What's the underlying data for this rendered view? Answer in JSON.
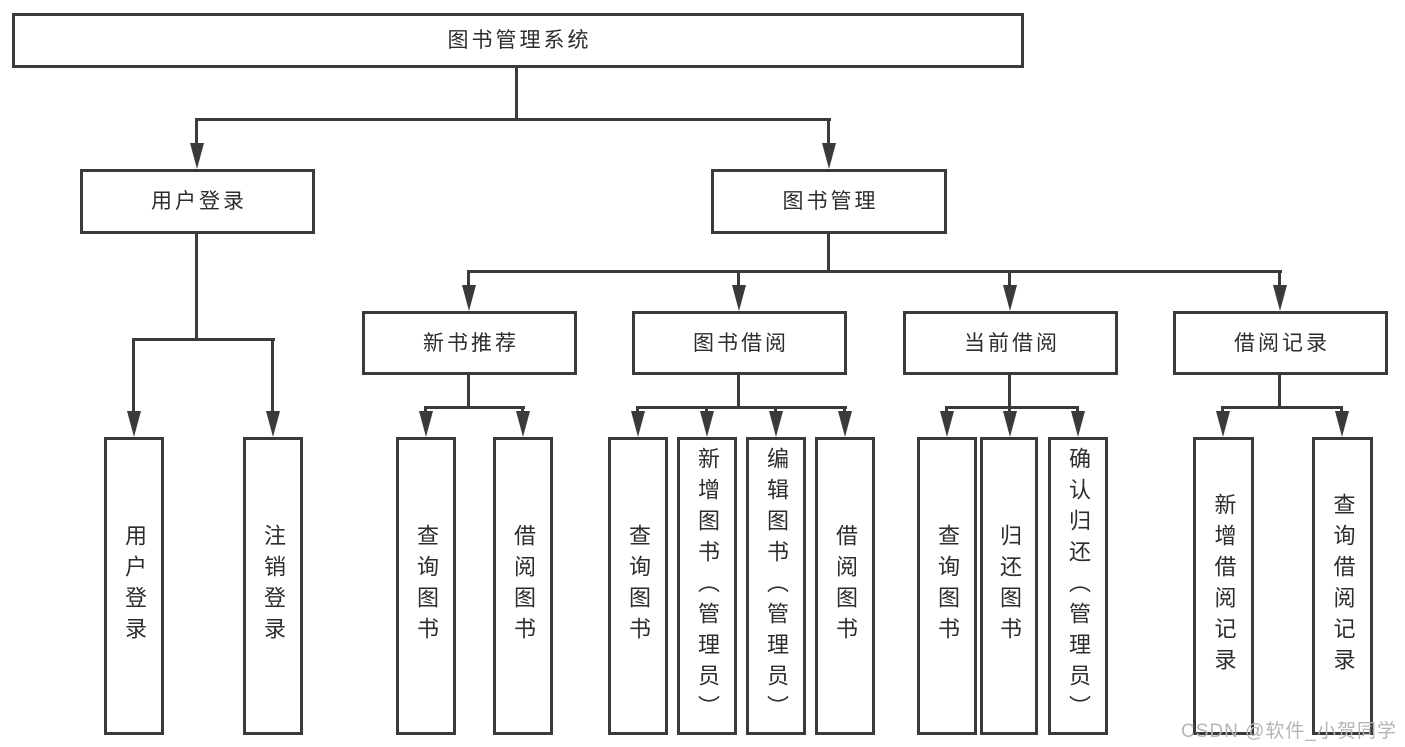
{
  "diagram": {
    "title_node": {
      "label": "图书管理系统"
    },
    "level2": [
      {
        "label": "用户登录"
      },
      {
        "label": "图书管理"
      }
    ],
    "level3": [
      {
        "label": "新书推荐",
        "parent": "图书管理"
      },
      {
        "label": "图书借阅",
        "parent": "图书管理"
      },
      {
        "label": "当前借阅",
        "parent": "图书管理"
      },
      {
        "label": "借阅记录",
        "parent": "图书管理"
      }
    ],
    "leaves": [
      {
        "label": "用户登录",
        "parent": "用户登录"
      },
      {
        "label": "注销登录",
        "parent": "用户登录"
      },
      {
        "label": "查询图书",
        "parent": "新书推荐"
      },
      {
        "label": "借阅图书",
        "parent": "新书推荐"
      },
      {
        "label": "查询图书",
        "parent": "图书借阅"
      },
      {
        "label": "新增图书（管理员）",
        "parent": "图书借阅"
      },
      {
        "label": "编辑图书（管理员）",
        "parent": "图书借阅"
      },
      {
        "label": "借阅图书",
        "parent": "图书借阅"
      },
      {
        "label": "查询图书",
        "parent": "当前借阅"
      },
      {
        "label": "归还图书",
        "parent": "当前借阅"
      },
      {
        "label": "确认归还（管理员）",
        "parent": "当前借阅"
      },
      {
        "label": "新增借阅记录",
        "parent": "借阅记录"
      },
      {
        "label": "查询借阅记录",
        "parent": "借阅记录"
      }
    ],
    "colors": {
      "line": "#3a3a3a",
      "text": "#2d2d2d",
      "background": "#ffffff",
      "watermark": "#b5b5b5"
    }
  },
  "watermark": {
    "text": "CSDN @软件_小贺同学"
  }
}
